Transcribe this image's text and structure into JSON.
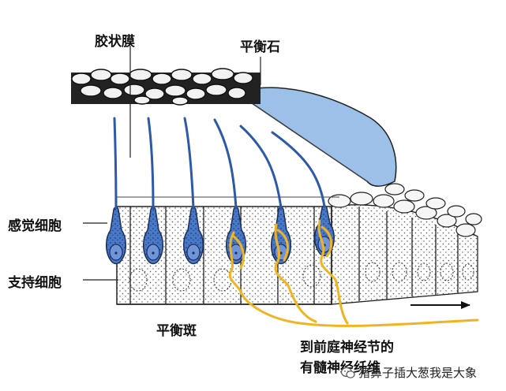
{
  "labels": {
    "gel_membrane": "胶状膜",
    "otoliths": "平衡石",
    "sensory_cells": "感觉细胞",
    "supporting_cells": "支持细胞",
    "macula": "平衡斑",
    "nerve_line1": "到前庭神经节的",
    "nerve_line2": "有髓神经纤维"
  },
  "watermark": {
    "text": "猪鼻子插大葱我是大象",
    "icon": "wechat-icon"
  },
  "colors": {
    "hair_cell": "#4a78c8",
    "gel": "#9cc0e8",
    "nerve": "#f0b420",
    "stipple": "#555555",
    "otolith_fill": "#f2f2f2"
  }
}
